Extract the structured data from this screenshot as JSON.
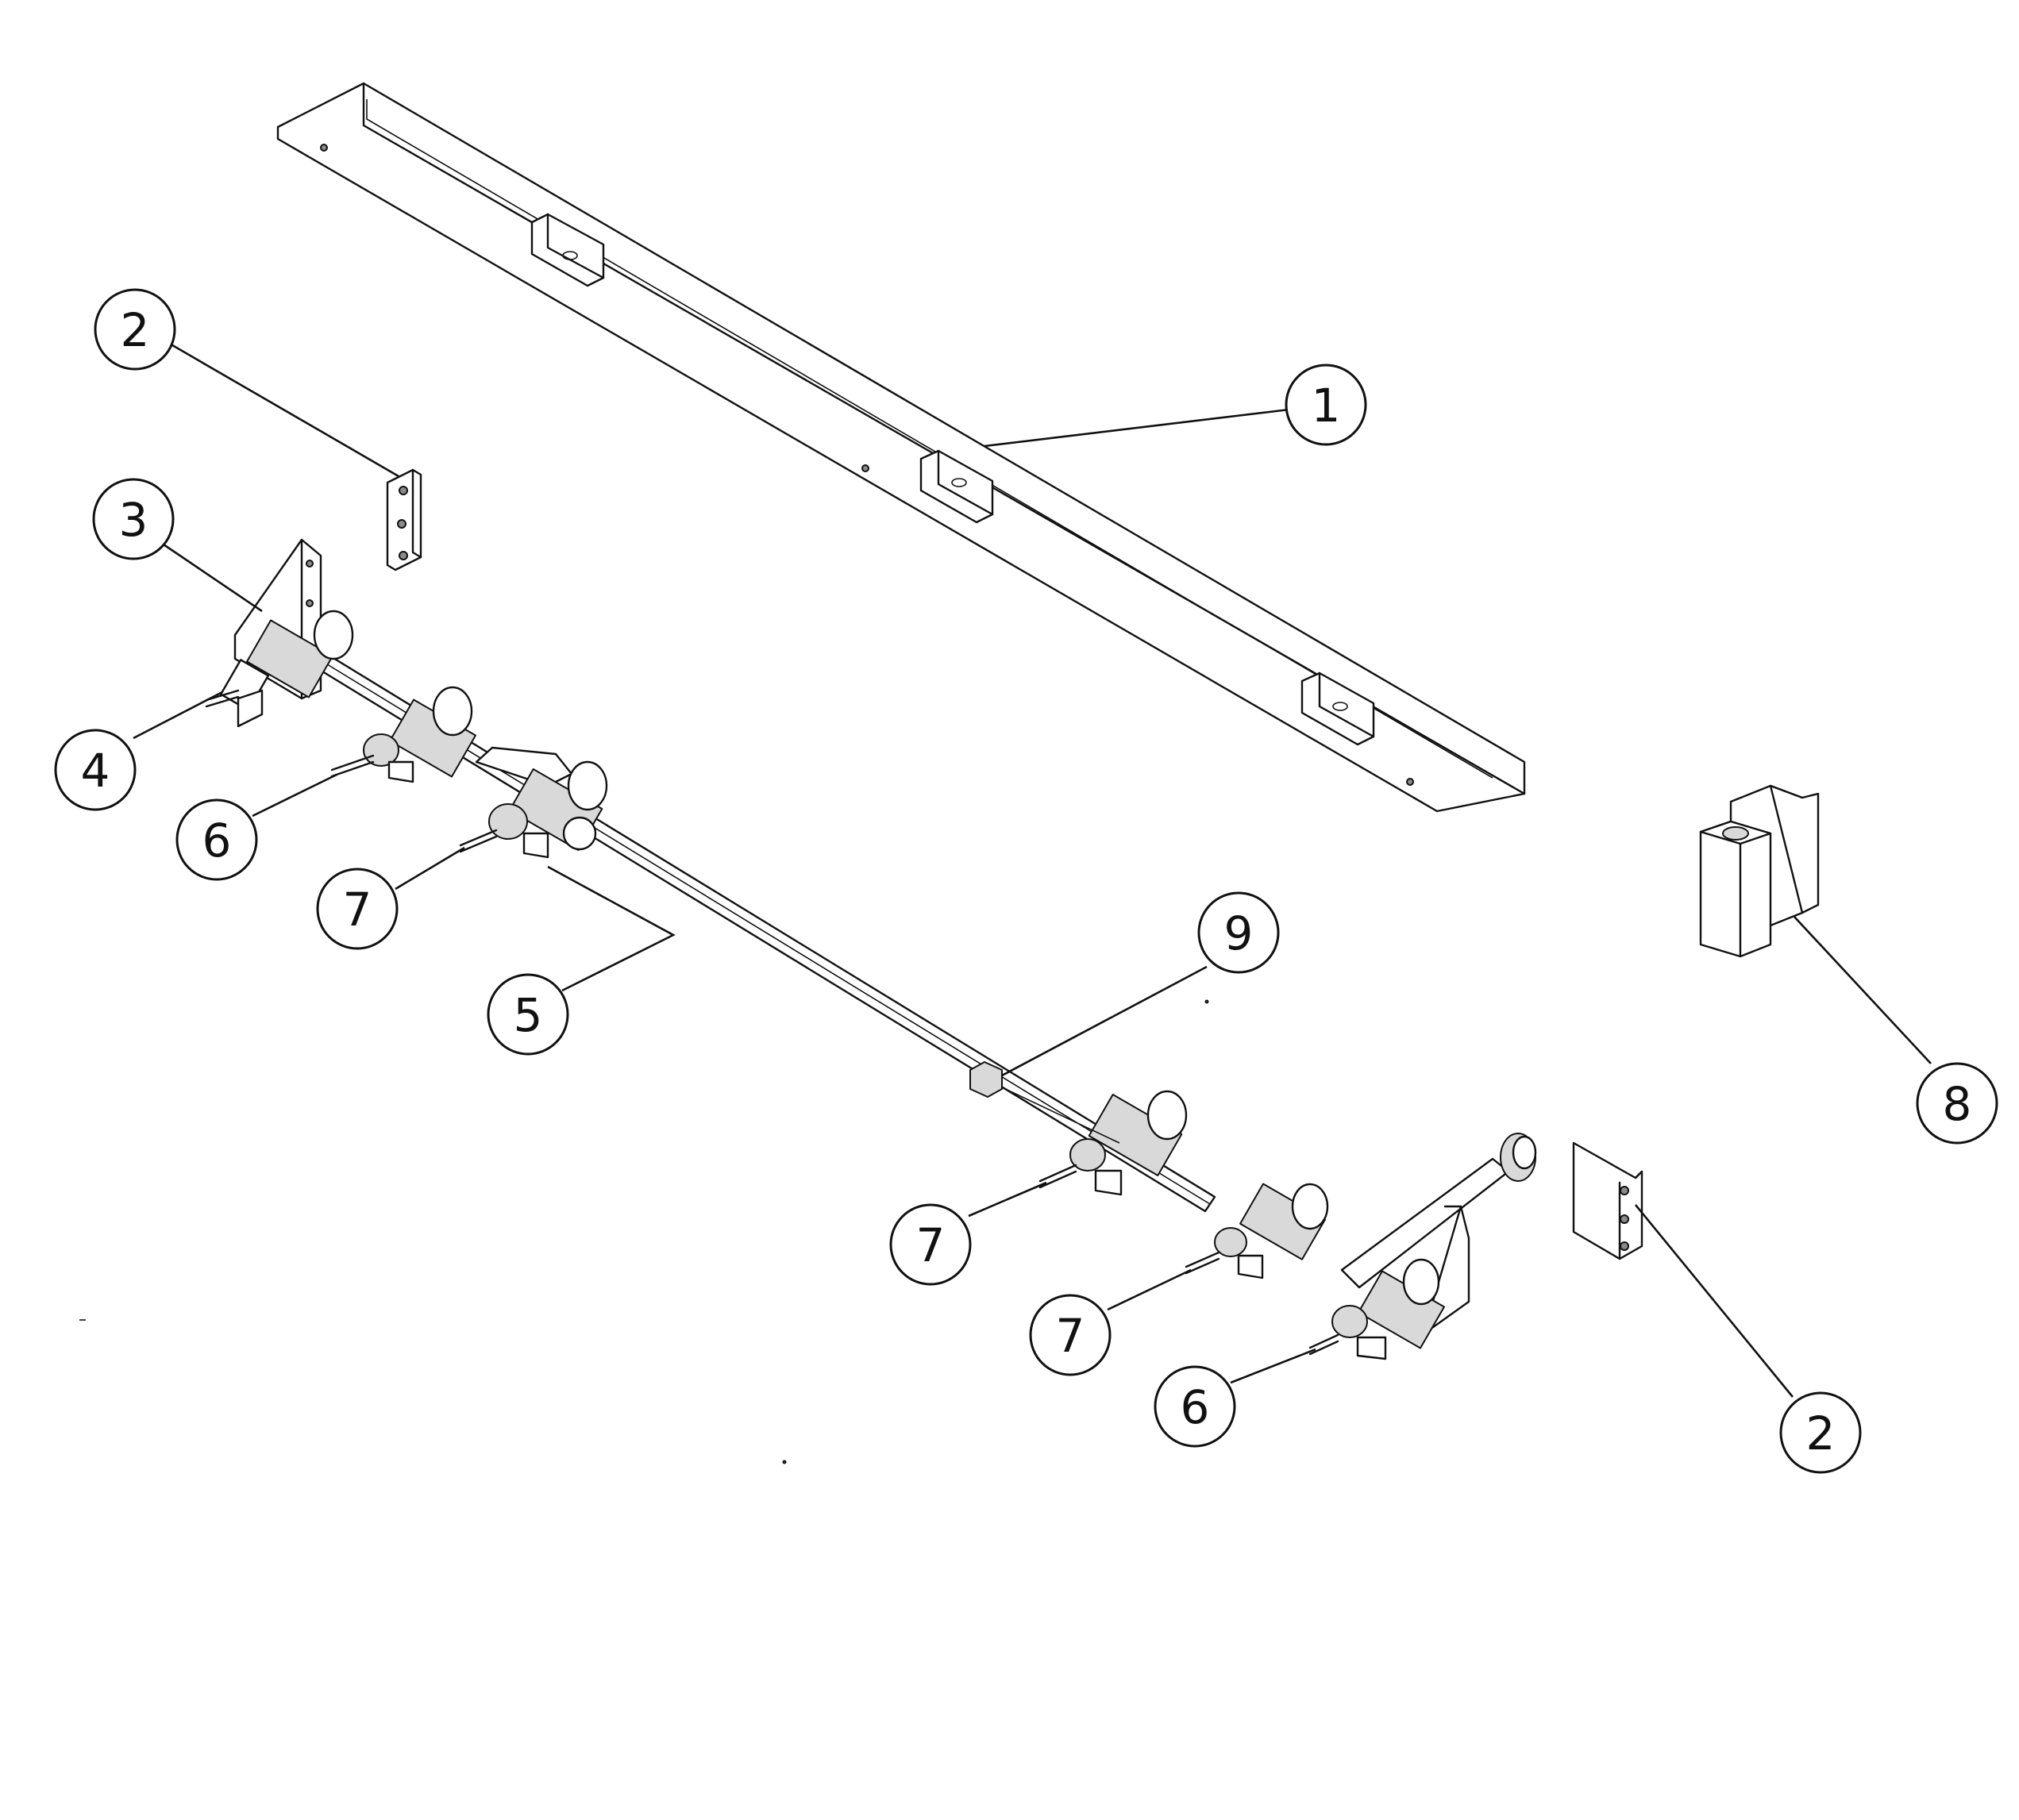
{
  "callouts": [
    {
      "id": "c1",
      "label": "1"
    },
    {
      "id": "c2a",
      "label": "2"
    },
    {
      "id": "c2b",
      "label": "2"
    },
    {
      "id": "c3",
      "label": "3"
    },
    {
      "id": "c4",
      "label": "4"
    },
    {
      "id": "c5",
      "label": "5"
    },
    {
      "id": "c6a",
      "label": "6"
    },
    {
      "id": "c6b",
      "label": "6"
    },
    {
      "id": "c7a",
      "label": "7"
    },
    {
      "id": "c7b",
      "label": "7"
    },
    {
      "id": "c7c",
      "label": "7"
    },
    {
      "id": "c8",
      "label": "8"
    },
    {
      "id": "c9",
      "label": "9"
    }
  ]
}
